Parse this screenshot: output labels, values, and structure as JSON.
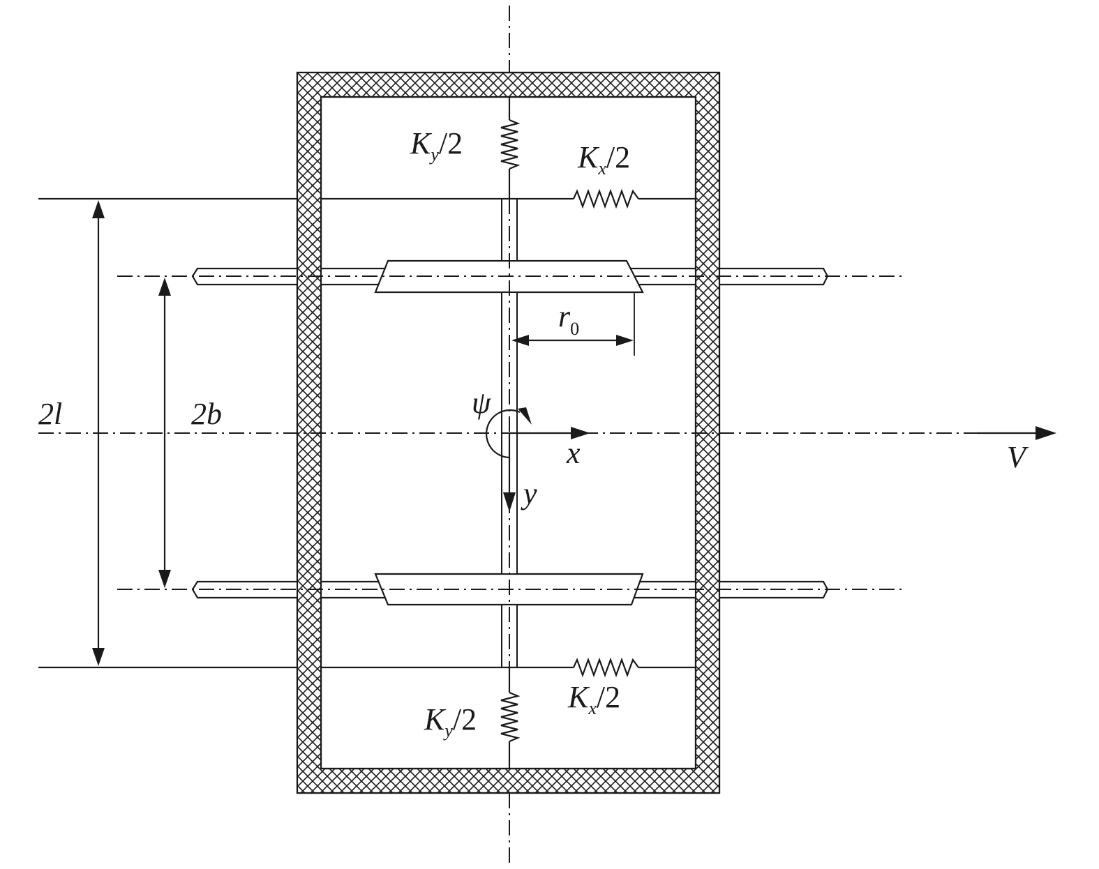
{
  "labels": {
    "ky_top": {
      "main": "K",
      "sub": "y",
      "tail": "/2"
    },
    "kx_top": {
      "main": "K",
      "sub": "x",
      "tail": "/2"
    },
    "ky_bottom": {
      "main": "K",
      "sub": "y",
      "tail": "/2"
    },
    "kx_bottom": {
      "main": "K",
      "sub": "x",
      "tail": "/2"
    },
    "r0": {
      "main": "r",
      "sub": "0"
    },
    "two_l": "2l",
    "two_b": "2b",
    "psi": "ψ",
    "x_axis": "x",
    "y_axis": "y",
    "velocity": "V"
  },
  "colors": {
    "ink": "#1a1a1a",
    "background": "#ffffff"
  }
}
